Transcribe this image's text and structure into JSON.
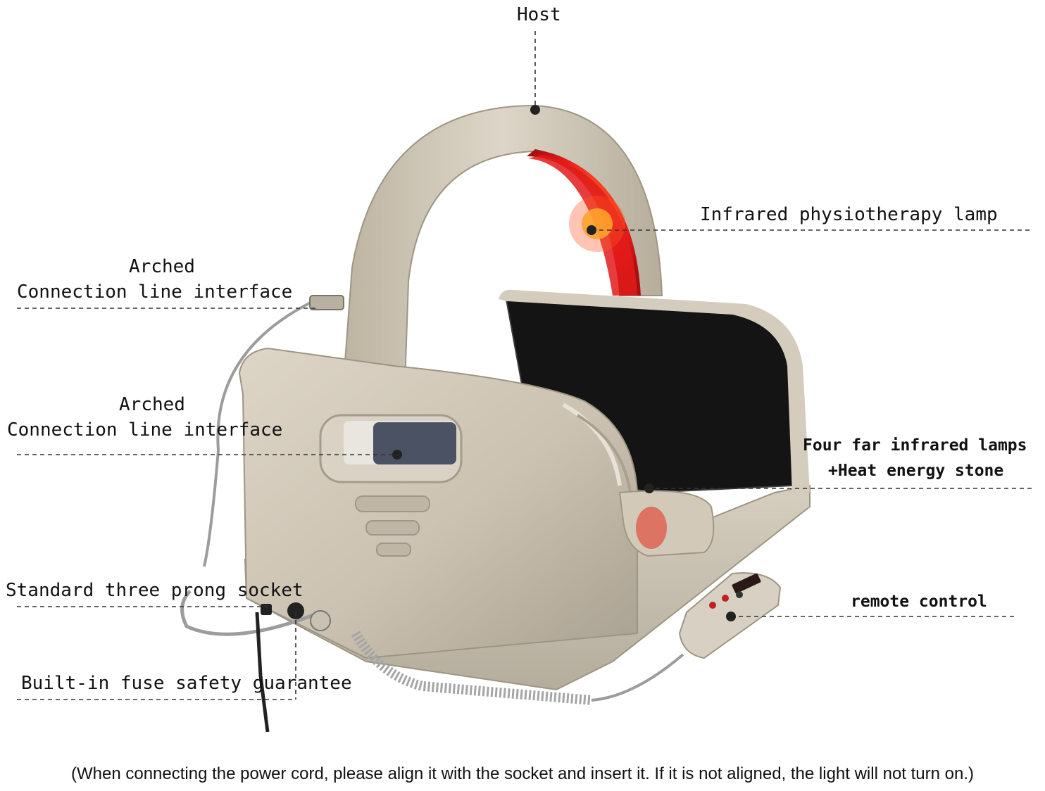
{
  "labels": {
    "host": "Host",
    "infrared_lamp": "Infrared physiotherapy lamp",
    "arched_interface_1_line1": "Arched",
    "arched_interface_1_line2": "Connection line interface",
    "arched_interface_2_line1": "Arched",
    "arched_interface_2_line2": "Connection line interface",
    "far_infrared_line1": "Four far infrared lamps",
    "far_infrared_line2": "+Heat energy stone",
    "socket": "Standard three prong socket",
    "remote": "remote control",
    "fuse": "Built-in fuse safety guarantee"
  },
  "footnote": "(When connecting the power cord, please align it with the socket and insert it. If it is not aligned, the light will not turn on.)",
  "colors": {
    "device_body": "#cdc4b4",
    "device_shadow": "#a79f8e",
    "lamp_glow": "#ee2222",
    "pad": "#141414",
    "leader_line": "#333333"
  }
}
